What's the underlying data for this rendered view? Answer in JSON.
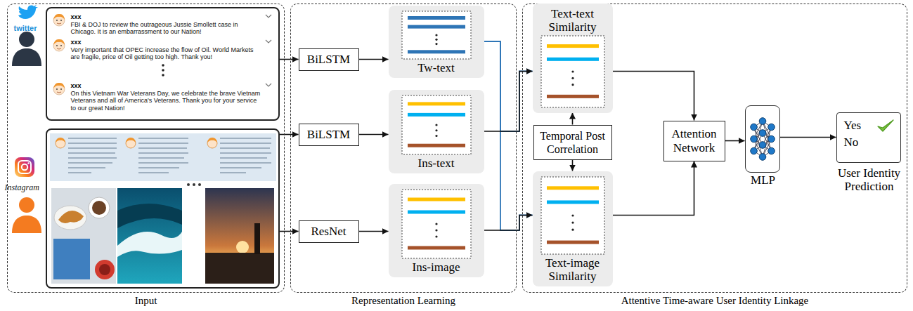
{
  "diagram": {
    "nodes": [
      {
        "text": [
          "Input"
        ]
      },
      {
        "text": [
          "Representation Learning"
        ]
      },
      {
        "text": [
          "Attentive Time-aware User Identity Linkage"
        ]
      },
      {
        "text": [
          "twitter",
          "xxx",
          "FBI & DOJ to review the outrageous Jussie Smollett case in Chicago. It is an embarrassment to our Nation!",
          "xxx",
          "Very important that OPEC increase the flow of Oil. World Markets are fragile, price of Oil getting too high. Thank you!",
          "xxx",
          "On this Vietnam War Veterans Day, we celebrate the brave Vietnam Veterans and all of America's Veterans. Thank you for your service to our great Nation!"
        ],
        "in": 0
      },
      {
        "text": [
          "Instagram"
        ],
        "in": 0
      },
      {
        "text": [
          "BiLSTM"
        ],
        "in": 1
      },
      {
        "text": [
          "BiLSTM"
        ],
        "in": 1
      },
      {
        "text": [
          "ResNet"
        ],
        "in": 1
      },
      {
        "text": [
          "Tw-text"
        ],
        "in": 1
      },
      {
        "text": [
          "Ins-text"
        ],
        "in": 1
      },
      {
        "text": [
          "Ins-image"
        ],
        "in": 1
      },
      {
        "text": [
          "Text-text Similarity"
        ],
        "in": 2
      },
      {
        "text": [
          "Temporal Post Correlation"
        ],
        "in": 2
      },
      {
        "text": [
          "Text-image Similarity"
        ],
        "in": 2
      },
      {
        "text": [
          "Attention Network"
        ],
        "in": 2
      },
      {
        "text": [
          "MLP"
        ],
        "in": 2
      },
      {
        "text": [
          "Yes",
          "No",
          "User Identity Prediction"
        ],
        "in": 2
      }
    ],
    "edges": [
      {
        "from": 3,
        "to": 5,
        "arrow": "to"
      },
      {
        "from": 4,
        "to": 6,
        "arrow": "to"
      },
      {
        "from": 4,
        "to": 7,
        "arrow": "to"
      },
      {
        "from": 5,
        "to": 8,
        "arrow": "to"
      },
      {
        "from": 6,
        "to": 9,
        "arrow": "to"
      },
      {
        "from": 7,
        "to": 10,
        "arrow": "to"
      },
      {
        "from": 8,
        "to": 11,
        "arrow": "to"
      },
      {
        "from": 8,
        "to": 13,
        "arrow": "to"
      },
      {
        "from": 9,
        "to": 11,
        "arrow": "to"
      },
      {
        "from": 10,
        "to": 13,
        "arrow": "to"
      },
      {
        "from": 12,
        "to": 11,
        "arrow": "to"
      },
      {
        "from": 12,
        "to": 13,
        "arrow": "to"
      },
      {
        "from": 11,
        "to": 14,
        "arrow": "to"
      },
      {
        "from": 13,
        "to": 14,
        "arrow": "to"
      },
      {
        "from": 14,
        "to": 15,
        "arrow": "to"
      },
      {
        "from": 15,
        "to": 16,
        "arrow": "to"
      }
    ]
  }
}
